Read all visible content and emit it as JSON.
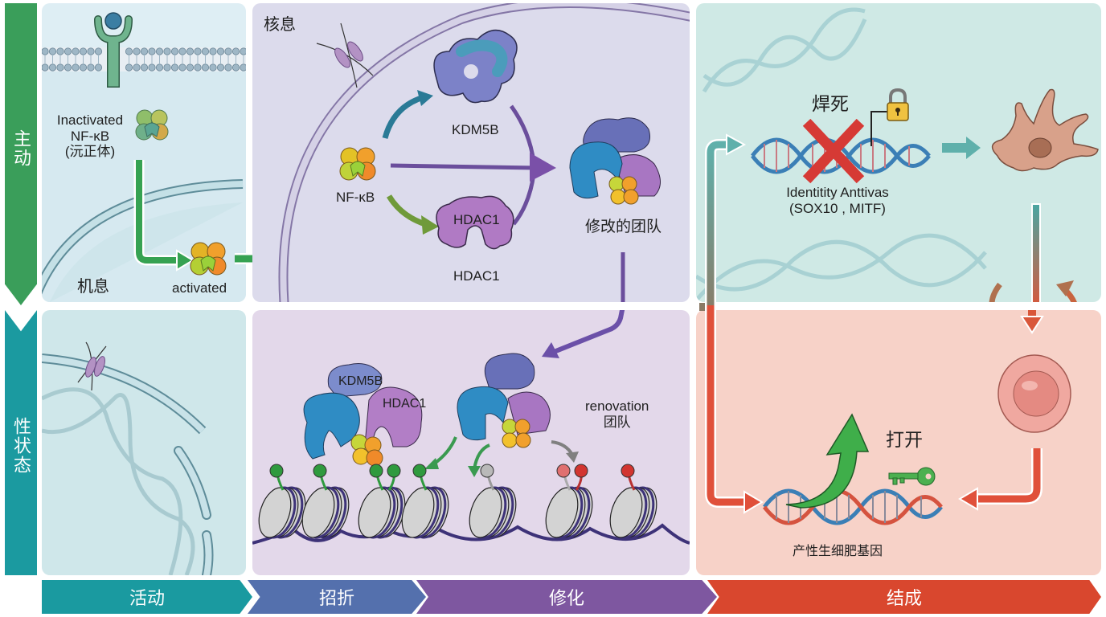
{
  "diagram": {
    "type": "signaling-pathway-illustration",
    "rows": [
      {
        "id": "active",
        "label": "主动",
        "color": "#3a9e5a"
      },
      {
        "id": "state",
        "label": "性状态",
        "color": "#1b9aa0"
      }
    ],
    "stages": [
      {
        "label": "活动",
        "color": "#1a9aa0"
      },
      {
        "label": "招折",
        "color": "#5470ad"
      },
      {
        "label": "修化",
        "color": "#7e57a0"
      },
      {
        "label": "结成",
        "color": "#d9472e"
      }
    ],
    "panel1": {
      "inactive_label_line1": "Inactivated",
      "inactive_label_line2": "NF-κB",
      "inactive_label_line3": "(沅正体)",
      "cytoplasm_label": "机息",
      "activated_label": "activated"
    },
    "panel2": {
      "nucleus_label": "核息",
      "nfkb_label": "NF-κB",
      "kdm5b_label": "KDM5B",
      "hdac1_inner_label": "HDAC1",
      "hdac1_label": "HDAC1",
      "complex_label": "修改的团队"
    },
    "panel3": {
      "silenced_label": "焊死",
      "identity_label_line1": "Identitity Anttivas",
      "identity_label_line2": "(SOX10 , MITF)"
    },
    "panel5": {
      "kdm5b_label": "KDM5B",
      "hdac1_label": "HDAC1",
      "renovation_line1": "renovation",
      "renovation_line2": "团队",
      "histone_marks": [
        "green",
        "green",
        "green",
        "green",
        "green",
        "gray",
        "red-faded",
        "red",
        "red"
      ]
    },
    "panel6": {
      "open_label": "打开",
      "gene_label": "产性生细肥基因"
    },
    "icons": [
      "receptor-icon",
      "lipid-bilayer",
      "nfkb-complex-icon",
      "nuclear-pore-icon",
      "protein-kdm5b-icon",
      "protein-hdac1-icon",
      "dna-helix-icon",
      "red-x-icon",
      "padlock-icon",
      "melanocyte-cell-icon",
      "round-cell-icon",
      "key-icon",
      "nucleosome-icon"
    ]
  }
}
